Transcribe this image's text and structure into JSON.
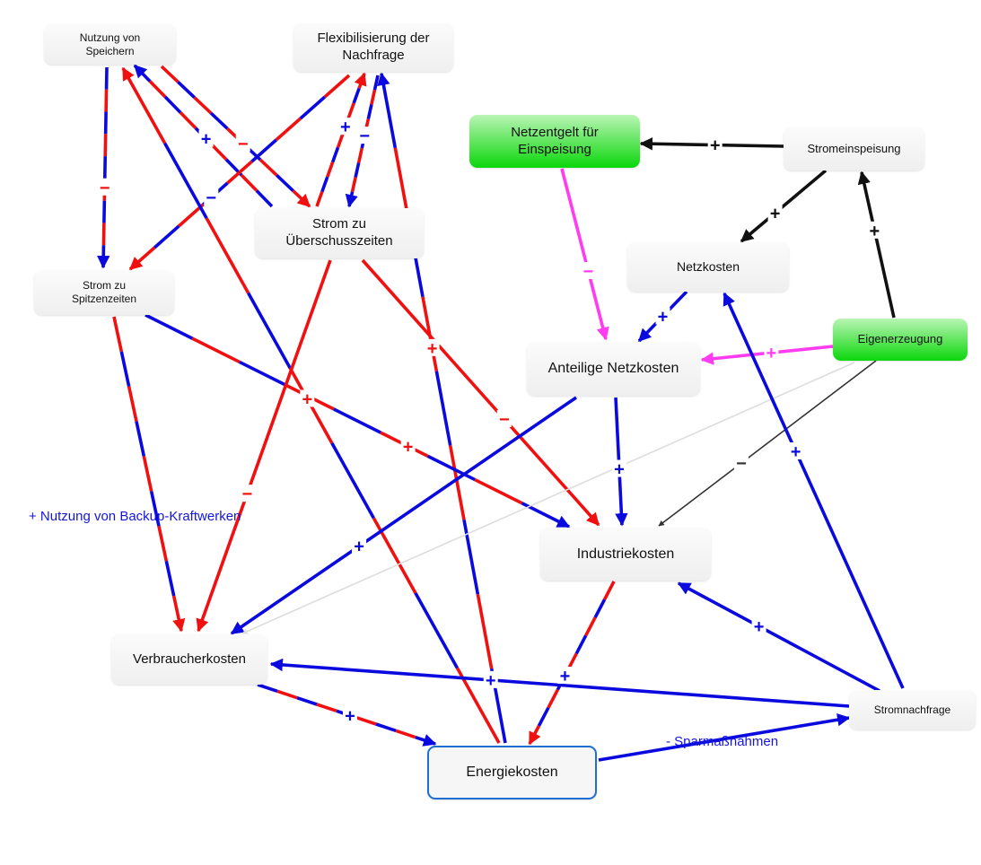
{
  "colors": {
    "blue": "#0a0adf",
    "red": "#f01010",
    "magenta": "#ff3cf0",
    "black": "#111111",
    "gray": "#dddddd",
    "darkgray": "#333333"
  },
  "nodes": {
    "speicher": {
      "text": "Nutzung von Speichern",
      "lines": [
        "Nutzung von",
        "Speichern"
      ]
    },
    "flex": {
      "text": "Flexibilisierung der Nachfrage",
      "lines": [
        "Flexibilisierung der",
        "Nachfrage"
      ]
    },
    "ueberschuss": {
      "text": "Strom zu Überschusszeiten",
      "lines": [
        "Strom zu",
        "Überschusszeiten"
      ]
    },
    "spitzen": {
      "text": "Strom zu Spitzenzeiten",
      "lines": [
        "Strom zu",
        "Spitzenzeiten"
      ]
    },
    "netzentgelt": {
      "text": "Netzentgelt für Einspeisung",
      "lines": [
        "Netzentgelt für",
        "Einspeisung"
      ]
    },
    "einspeisung": {
      "text": "Stromeinspeisung",
      "lines": [
        "Stromeinspeisung"
      ]
    },
    "netzkosten": {
      "text": "Netzkosten",
      "lines": [
        "Netzkosten"
      ]
    },
    "eigen": {
      "text": "Eigenerzeugung",
      "lines": [
        "Eigenerzeugung"
      ]
    },
    "anteilig": {
      "text": "Anteilige Netzkosten",
      "lines": [
        "Anteilige Netzkosten"
      ]
    },
    "industrie": {
      "text": "Industriekosten",
      "lines": [
        "Industriekosten"
      ]
    },
    "verbraucher": {
      "text": "Verbraucherkosten",
      "lines": [
        "Verbraucherkosten"
      ]
    },
    "energie": {
      "text": "Energiekosten",
      "lines": [
        "Energiekosten"
      ]
    },
    "nachfrage": {
      "text": "Stromnachfrage",
      "lines": [
        "Stromnachfrage"
      ]
    }
  },
  "edges": [
    {
      "from": "speicher",
      "to": "spitzen",
      "color": "br",
      "sign": "−"
    },
    {
      "from": "speicher",
      "to": "ueberschuss",
      "color": "rb",
      "sign": "−"
    },
    {
      "from": "ueberschuss",
      "to": "speicher",
      "color": "br",
      "sign": "+"
    },
    {
      "from": "flex",
      "to": "spitzen",
      "color": "rb",
      "sign": "−"
    },
    {
      "from": "ueberschuss",
      "to": "flex",
      "color": "rb",
      "sign": "+"
    },
    {
      "from": "flex",
      "to": "ueberschuss",
      "color": "br",
      "sign": "−"
    },
    {
      "from": "energie",
      "to": "speicher",
      "color": "rb",
      "sign": "+"
    },
    {
      "from": "energie",
      "to": "flex",
      "color": "br",
      "sign": "+"
    },
    {
      "from": "spitzen",
      "to": "verbraucher",
      "color": "rb",
      "sign": ""
    },
    {
      "from": "spitzen",
      "to": "industrie",
      "color": "br",
      "sign": "+"
    },
    {
      "from": "ueberschuss",
      "to": "verbraucher",
      "color": "r",
      "sign": "−"
    },
    {
      "from": "ueberschuss",
      "to": "industrie",
      "color": "r",
      "sign": "−"
    },
    {
      "from": "anteilig",
      "to": "verbraucher",
      "color": "b",
      "sign": "+"
    },
    {
      "from": "anteilig",
      "to": "industrie",
      "color": "b",
      "sign": "+"
    },
    {
      "from": "netzkosten",
      "to": "anteilig",
      "color": "b",
      "sign": "+"
    },
    {
      "from": "netzentgelt",
      "to": "anteilig",
      "color": "m",
      "sign": "−"
    },
    {
      "from": "eigen",
      "to": "anteilig",
      "color": "m",
      "sign": "+"
    },
    {
      "from": "einspeisung",
      "to": "netzentgelt",
      "color": "k",
      "sign": "+"
    },
    {
      "from": "einspeisung",
      "to": "netzkosten",
      "color": "k",
      "sign": "+"
    },
    {
      "from": "eigen",
      "to": "einspeisung",
      "color": "k",
      "sign": "+"
    },
    {
      "from": "eigen",
      "to": "industrie",
      "color": "dg",
      "sign": "−"
    },
    {
      "from": "eigen",
      "to": "verbraucher",
      "color": "g",
      "sign": ""
    },
    {
      "from": "nachfrage",
      "to": "netzkosten",
      "color": "b",
      "sign": "+"
    },
    {
      "from": "nachfrage",
      "to": "industrie",
      "color": "b",
      "sign": "+"
    },
    {
      "from": "nachfrage",
      "to": "verbraucher",
      "color": "b",
      "sign": "+"
    },
    {
      "from": "verbraucher",
      "to": "energie",
      "color": "br",
      "sign": "+"
    },
    {
      "from": "industrie",
      "to": "energie",
      "color": "rb",
      "sign": "+"
    },
    {
      "from": "energie",
      "to": "nachfrage",
      "color": "b",
      "sign": ""
    }
  ],
  "labels": {
    "backup": "+ Nutzung von Backup-Kraftwerken",
    "sparmassnahmen": "- Sparmaßnahmen"
  }
}
